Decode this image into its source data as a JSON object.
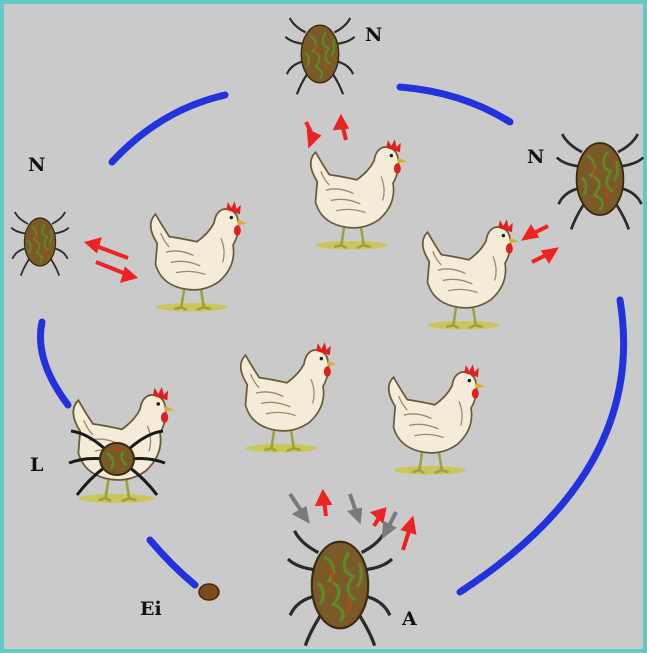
{
  "diagram": {
    "title": "",
    "stage_labels": {
      "nymph_top": "N",
      "nymph_right": "N",
      "nymph_left": "N",
      "larva": "L",
      "egg": "Ei",
      "adult": "A"
    }
  },
  "colors": {
    "frame_border": "#64c8c8",
    "background": "#cacaca",
    "cycle_arrow": "#2233dd",
    "feeding_arrow": "#ee2222",
    "return_arrow": "#7a7a7a",
    "mite_body": "#7a5a28",
    "hen_body": "#f4ecd8",
    "comb": "#e02020"
  },
  "icons": [
    "mite-icon",
    "hen-icon",
    "egg-icon",
    "cycle-arrow",
    "feeding-arrow"
  ]
}
